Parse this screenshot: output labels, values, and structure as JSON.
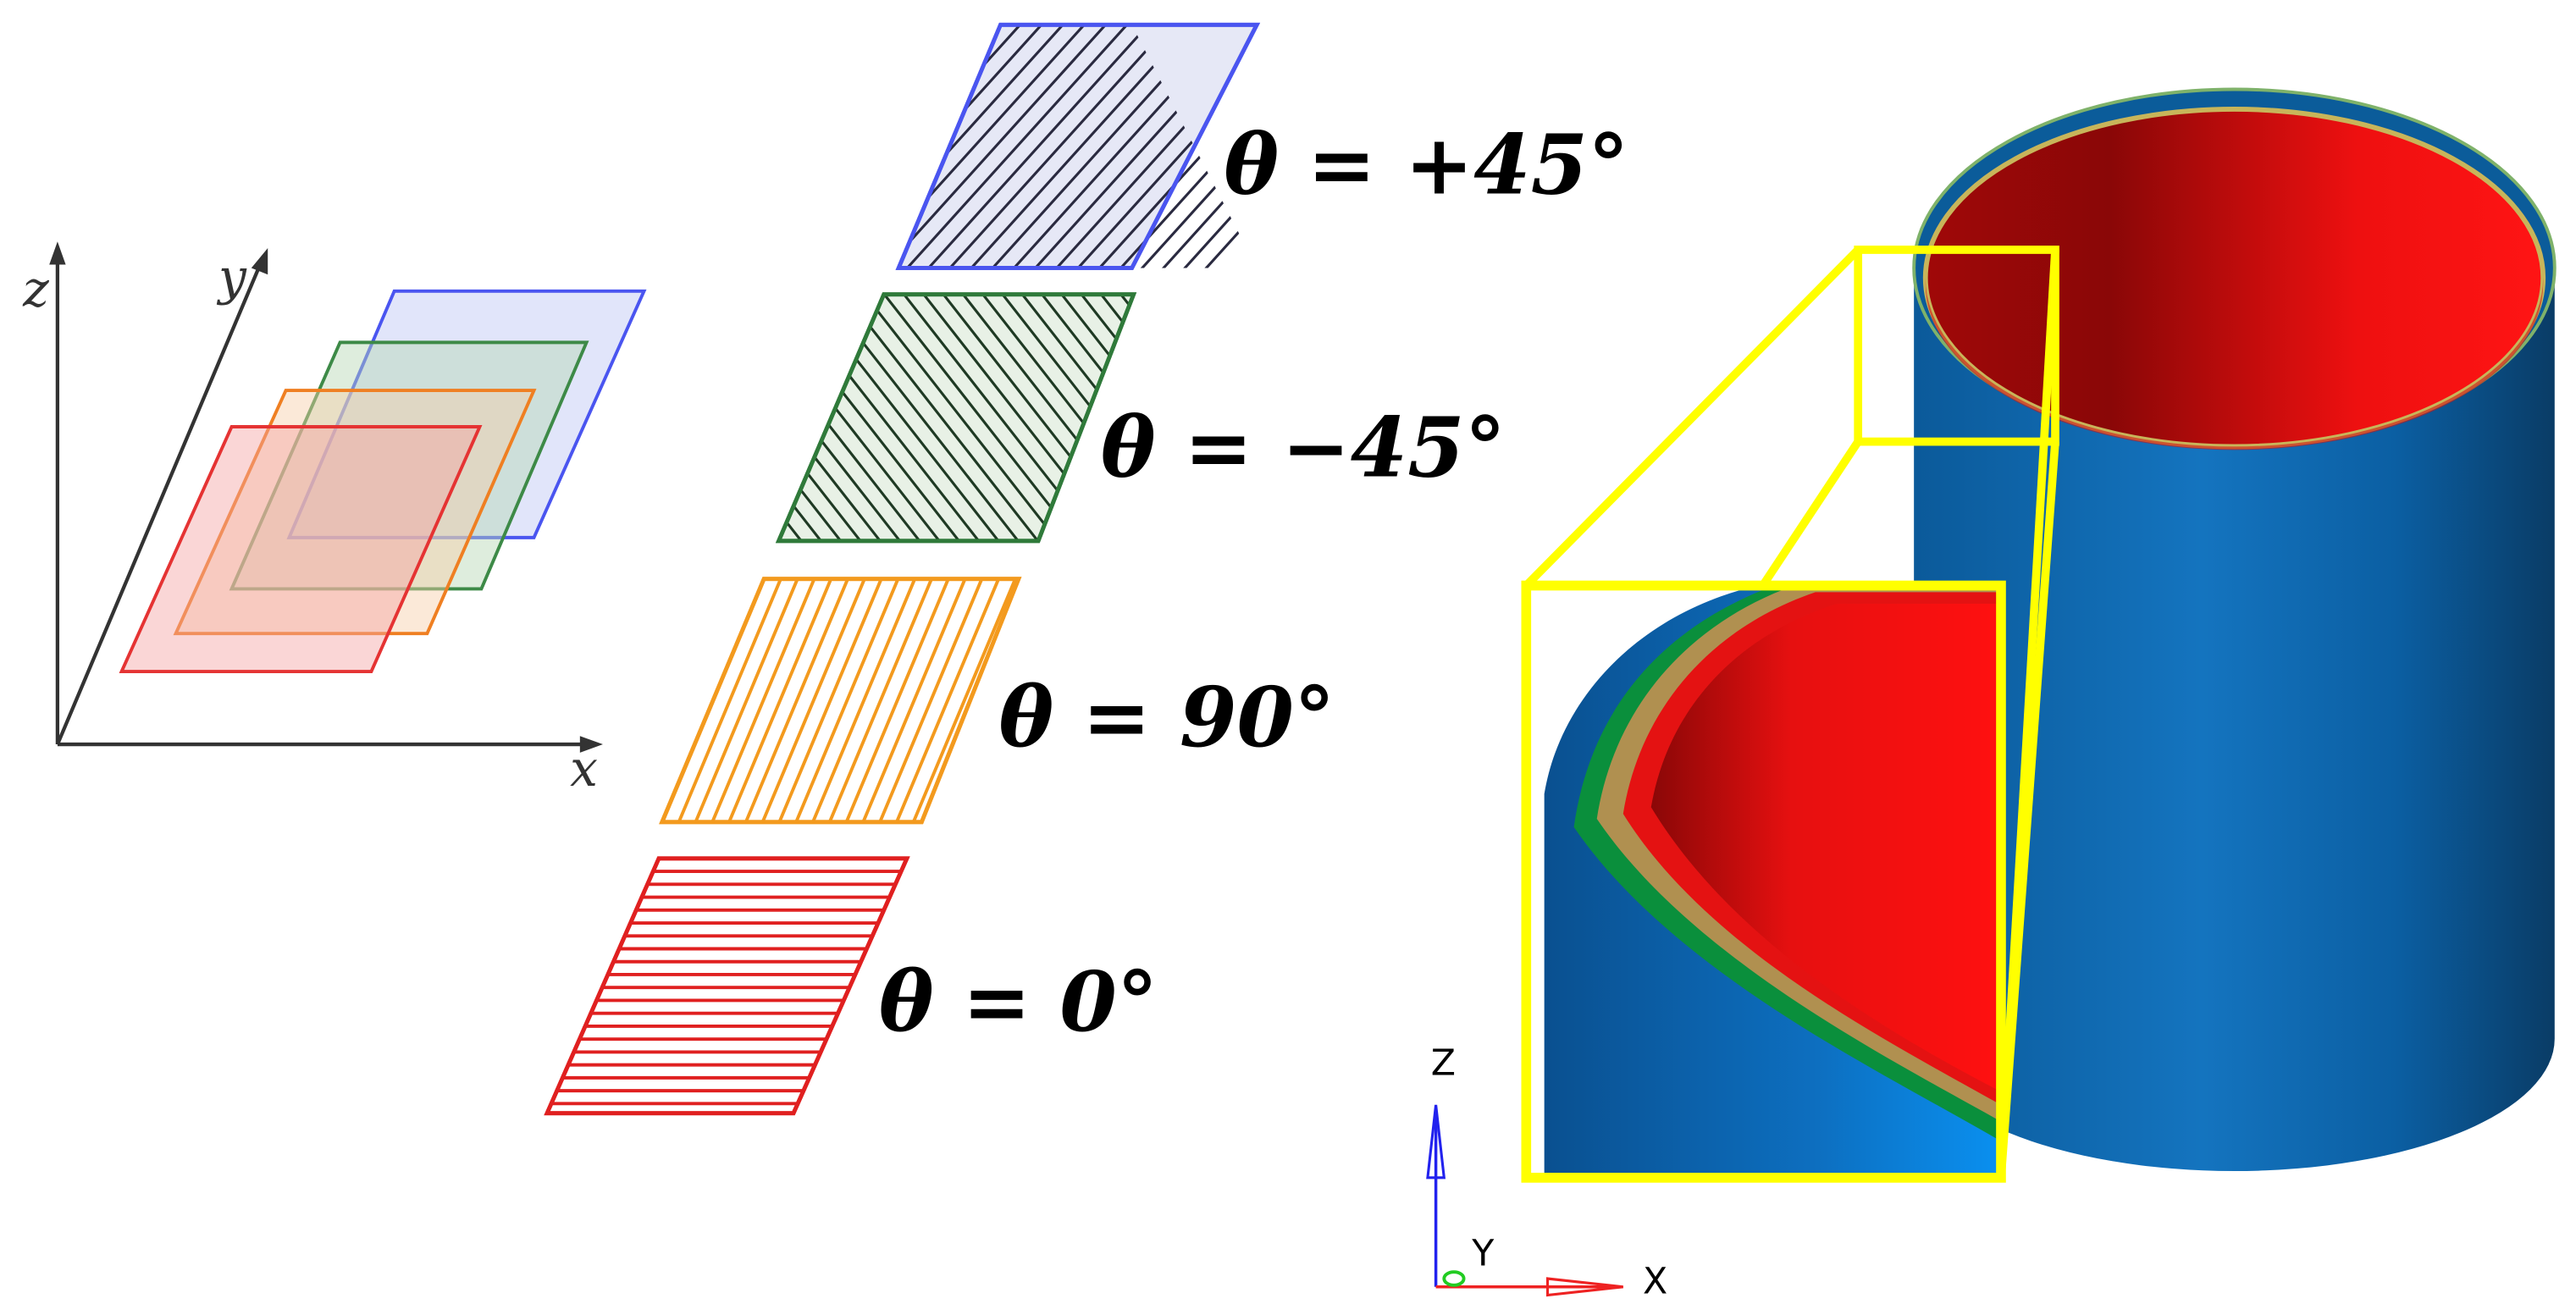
{
  "axes3d": {
    "x_label": "x",
    "y_label": "y",
    "z_label": "z"
  },
  "plies": [
    {
      "id": "ply-plus45",
      "label": "θ = +45°",
      "color": "#4a55f0",
      "fill": "#e6e8f8",
      "angle_deg": 45
    },
    {
      "id": "ply-minus45",
      "label": "θ = −45°",
      "color": "#2f7a3a",
      "fill": "#e8f2e6",
      "angle_deg": -45
    },
    {
      "id": "ply-90",
      "label": "θ = 90°",
      "color": "#f39a1e",
      "fill": "#ffffff",
      "angle_deg": 90
    },
    {
      "id": "ply-0",
      "label": "θ = 0°",
      "color": "#e02020",
      "fill": "#ffffff",
      "angle_deg": 0
    }
  ],
  "stack_colors": [
    "#e53333",
    "#ef7f22",
    "#3d8a47",
    "#4455ee"
  ],
  "cylinder": {
    "outer_color": "#0a66b0",
    "inner_color": "#ee1111",
    "layer_colors": [
      "#0a66b0",
      "#0a8f3c",
      "#b09050",
      "#ee1111"
    ],
    "zoom_box_color": "#ffff00"
  },
  "triad": {
    "z_label": "Z",
    "y_label": "Y",
    "x_label": "X"
  }
}
